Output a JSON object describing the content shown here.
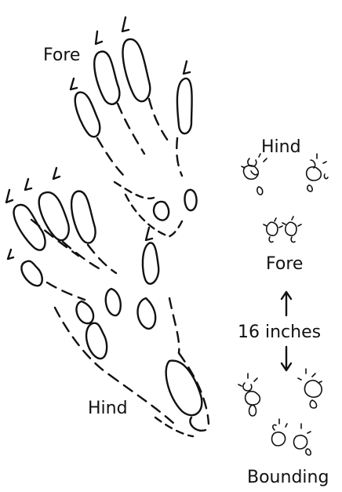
{
  "labels": {
    "fore_print": "Fore",
    "hind_print": "Hind",
    "group_hind": "Hind",
    "group_fore": "Fore",
    "stride": "16 inches",
    "gait": "Bounding"
  },
  "icons": [
    "fore-foot-outline",
    "hind-foot-outline",
    "paw-print-cluster",
    "arrow-up-icon",
    "arrow-down-icon"
  ]
}
